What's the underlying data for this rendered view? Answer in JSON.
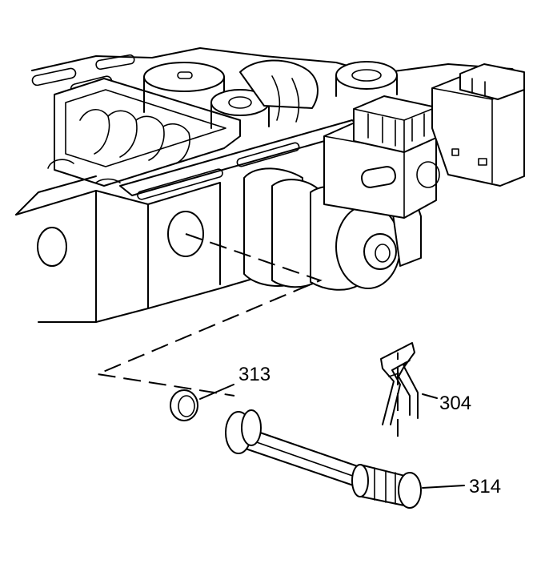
{
  "callouts": {
    "o_ring": "313",
    "retainer_clip": "304",
    "filter_pin": "314"
  },
  "colors": {
    "line": "#000000",
    "background": "#ffffff"
  }
}
